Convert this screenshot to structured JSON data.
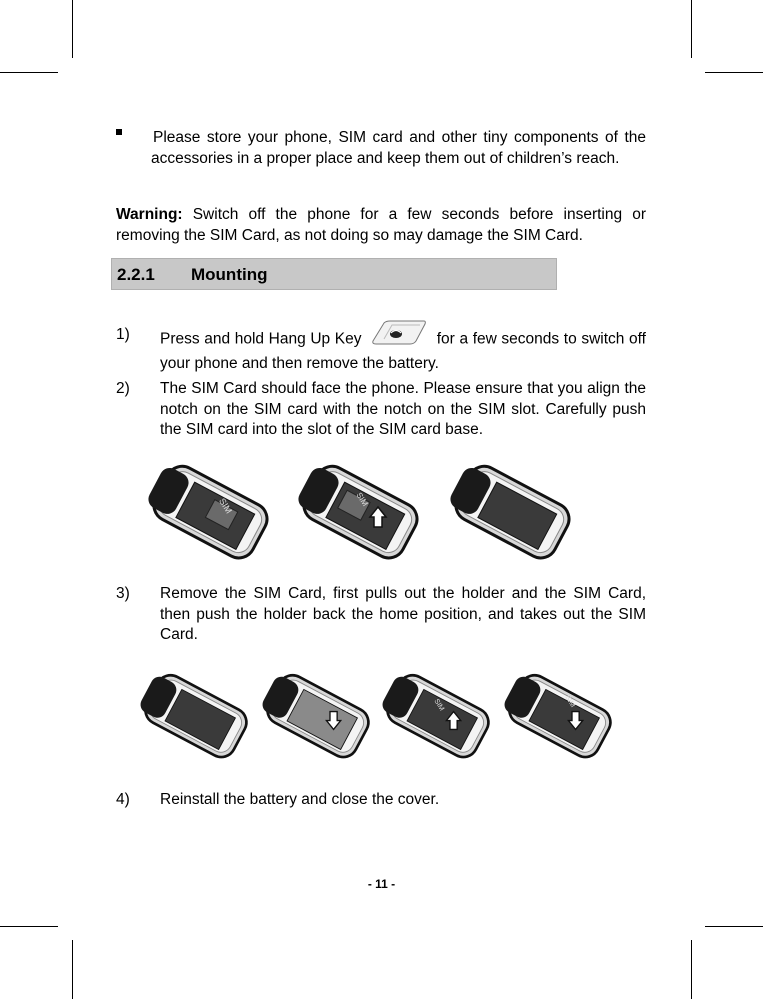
{
  "bullet_text": "Please store your phone, SIM card and other tiny components of the accessories in a proper place and keep them out of children’s reach.",
  "warning": {
    "label": "Warning:",
    "text": "Switch off the phone for a few seconds before inserting or removing the SIM Card, as not doing so may damage the SIM Card."
  },
  "section": {
    "number": "2.2.1",
    "title": "Mounting"
  },
  "steps": [
    {
      "num": "1)",
      "before_icon": "Press and hold Hang Up Key",
      "after_icon": "for a few seconds to switch off your phone and then remove the battery."
    },
    {
      "num": "2)",
      "text": "The SIM Card should face the phone. Please ensure that you align the notch on the SIM card with the notch on the SIM slot. Carefully push the SIM card into the slot of the SIM card base."
    },
    {
      "num": "3)",
      "text": "Remove the SIM Card, first pulls out the holder and the SIM Card, then push the holder back the home position, and takes out the SIM Card."
    },
    {
      "num": "4)",
      "text": "Reinstall the battery and close the cover."
    }
  ],
  "sim_label": "SIM",
  "page_number": "- 11 -",
  "icons": [
    "hang-up-key-icon"
  ]
}
